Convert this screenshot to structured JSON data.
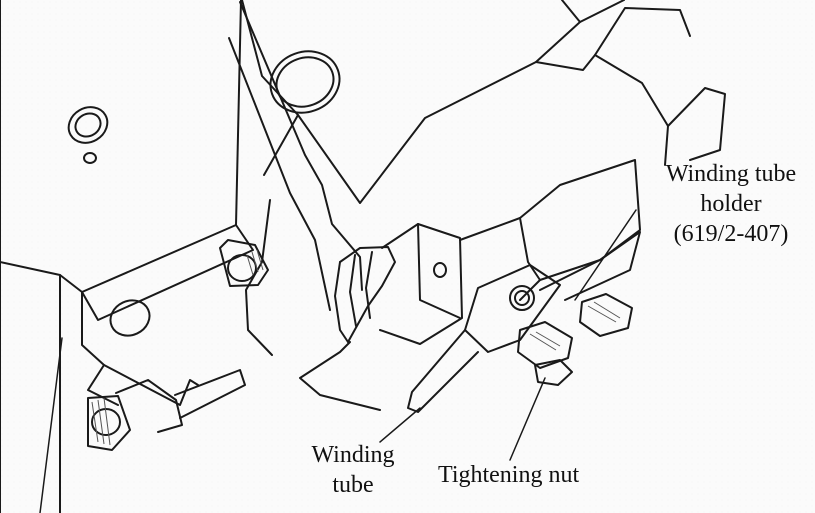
{
  "labels": {
    "holder": {
      "line1": "Winding tube",
      "line2": "holder",
      "line3": "(619/2-407)"
    },
    "winding_tube": {
      "line1": "Winding",
      "line2": "tube"
    },
    "tightening_nut": "Tightening nut"
  }
}
